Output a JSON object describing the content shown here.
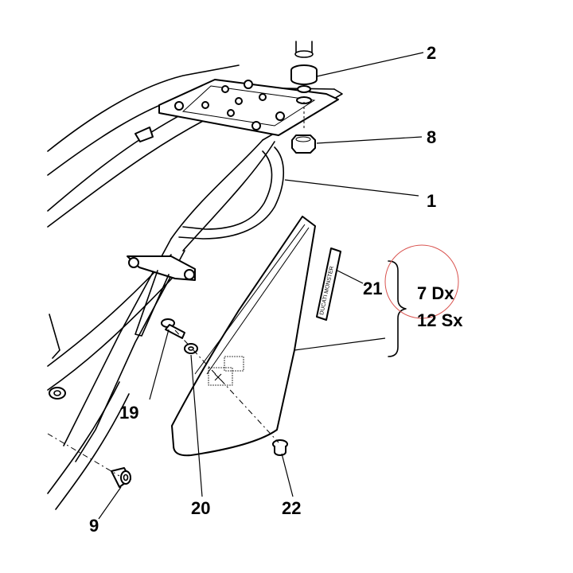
{
  "callouts": {
    "c1": "1",
    "c2": "2",
    "c8": "8",
    "c9": "9",
    "c19": "19",
    "c20": "20",
    "c21": "21",
    "c22": "22",
    "right_panel": "7 Dx",
    "left_panel": "12 Sx"
  },
  "decal_text": "DUCATI MONSTER",
  "colors": {
    "ink": "#000000",
    "highlight_circle": "#d9534f"
  }
}
